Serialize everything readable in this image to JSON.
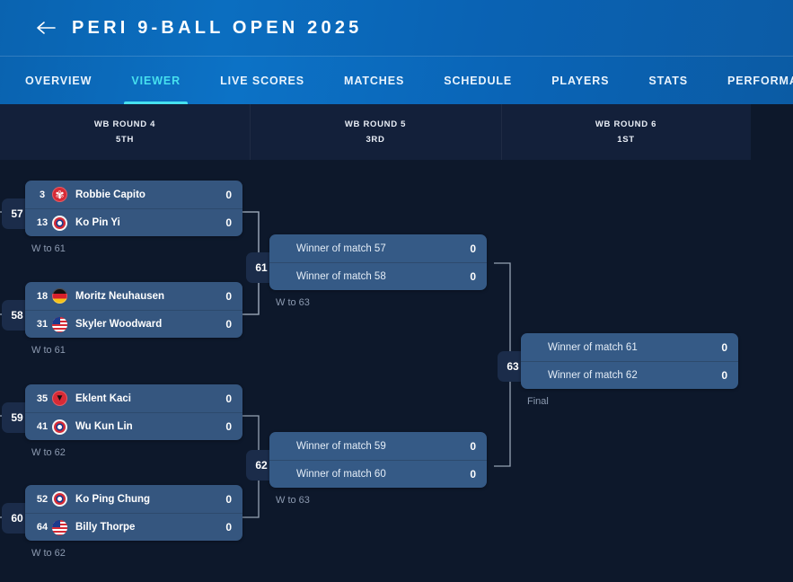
{
  "header": {
    "title": "PERI 9-BALL OPEN 2025",
    "back_icon": "arrow-left-icon"
  },
  "tabs": [
    {
      "label": "OVERVIEW",
      "active": false
    },
    {
      "label": "VIEWER",
      "active": true
    },
    {
      "label": "LIVE SCORES",
      "active": false
    },
    {
      "label": "MATCHES",
      "active": false
    },
    {
      "label": "SCHEDULE",
      "active": false
    },
    {
      "label": "PLAYERS",
      "active": false
    },
    {
      "label": "STATS",
      "active": false
    },
    {
      "label": "PERFORMANCE",
      "active": false
    }
  ],
  "rounds": [
    {
      "name": "WB ROUND 4",
      "sub": "5TH"
    },
    {
      "name": "WB ROUND 5",
      "sub": "3RD"
    },
    {
      "name": "WB ROUND 6",
      "sub": "1ST"
    }
  ],
  "matches": [
    {
      "number": "57",
      "note": "W to 61",
      "players": [
        {
          "seed": "3",
          "flag": "hong-kong",
          "name": "Robbie Capito",
          "score": "0"
        },
        {
          "seed": "13",
          "flag": "chinese-taipei",
          "name": "Ko Pin Yi",
          "score": "0"
        }
      ]
    },
    {
      "number": "58",
      "note": "W to 61",
      "players": [
        {
          "seed": "18",
          "flag": "germany",
          "name": "Moritz Neuhausen",
          "score": "0"
        },
        {
          "seed": "31",
          "flag": "usa",
          "name": "Skyler Woodward",
          "score": "0"
        }
      ]
    },
    {
      "number": "59",
      "note": "W to 62",
      "players": [
        {
          "seed": "35",
          "flag": "albania",
          "name": "Eklent Kaci",
          "score": "0"
        },
        {
          "seed": "41",
          "flag": "chinese-taipei",
          "name": "Wu Kun Lin",
          "score": "0"
        }
      ]
    },
    {
      "number": "60",
      "note": "W to 62",
      "players": [
        {
          "seed": "52",
          "flag": "chinese-taipei",
          "name": "Ko Ping Chung",
          "score": "0"
        },
        {
          "seed": "64",
          "flag": "usa",
          "name": "Billy Thorpe",
          "score": "0"
        }
      ]
    },
    {
      "number": "61",
      "note": "W to 63",
      "players": [
        {
          "seed": "",
          "flag": "",
          "name": "Winner of match 57",
          "score": "0"
        },
        {
          "seed": "",
          "flag": "",
          "name": "Winner of match 58",
          "score": "0"
        }
      ]
    },
    {
      "number": "62",
      "note": "W to 63",
      "players": [
        {
          "seed": "",
          "flag": "",
          "name": "Winner of match 59",
          "score": "0"
        },
        {
          "seed": "",
          "flag": "",
          "name": "Winner of match 60",
          "score": "0"
        }
      ]
    },
    {
      "number": "63",
      "note": "Final",
      "players": [
        {
          "seed": "",
          "flag": "",
          "name": "Winner of match 61",
          "score": "0"
        },
        {
          "seed": "",
          "flag": "",
          "name": "Winner of match 62",
          "score": "0"
        }
      ]
    }
  ],
  "colors": {
    "header_blue": "#0b6ec0",
    "accent_cyan": "#46e0ef",
    "card_blue": "#35567f",
    "page_bg": "#0d182b",
    "band_bg": "#13203a"
  }
}
